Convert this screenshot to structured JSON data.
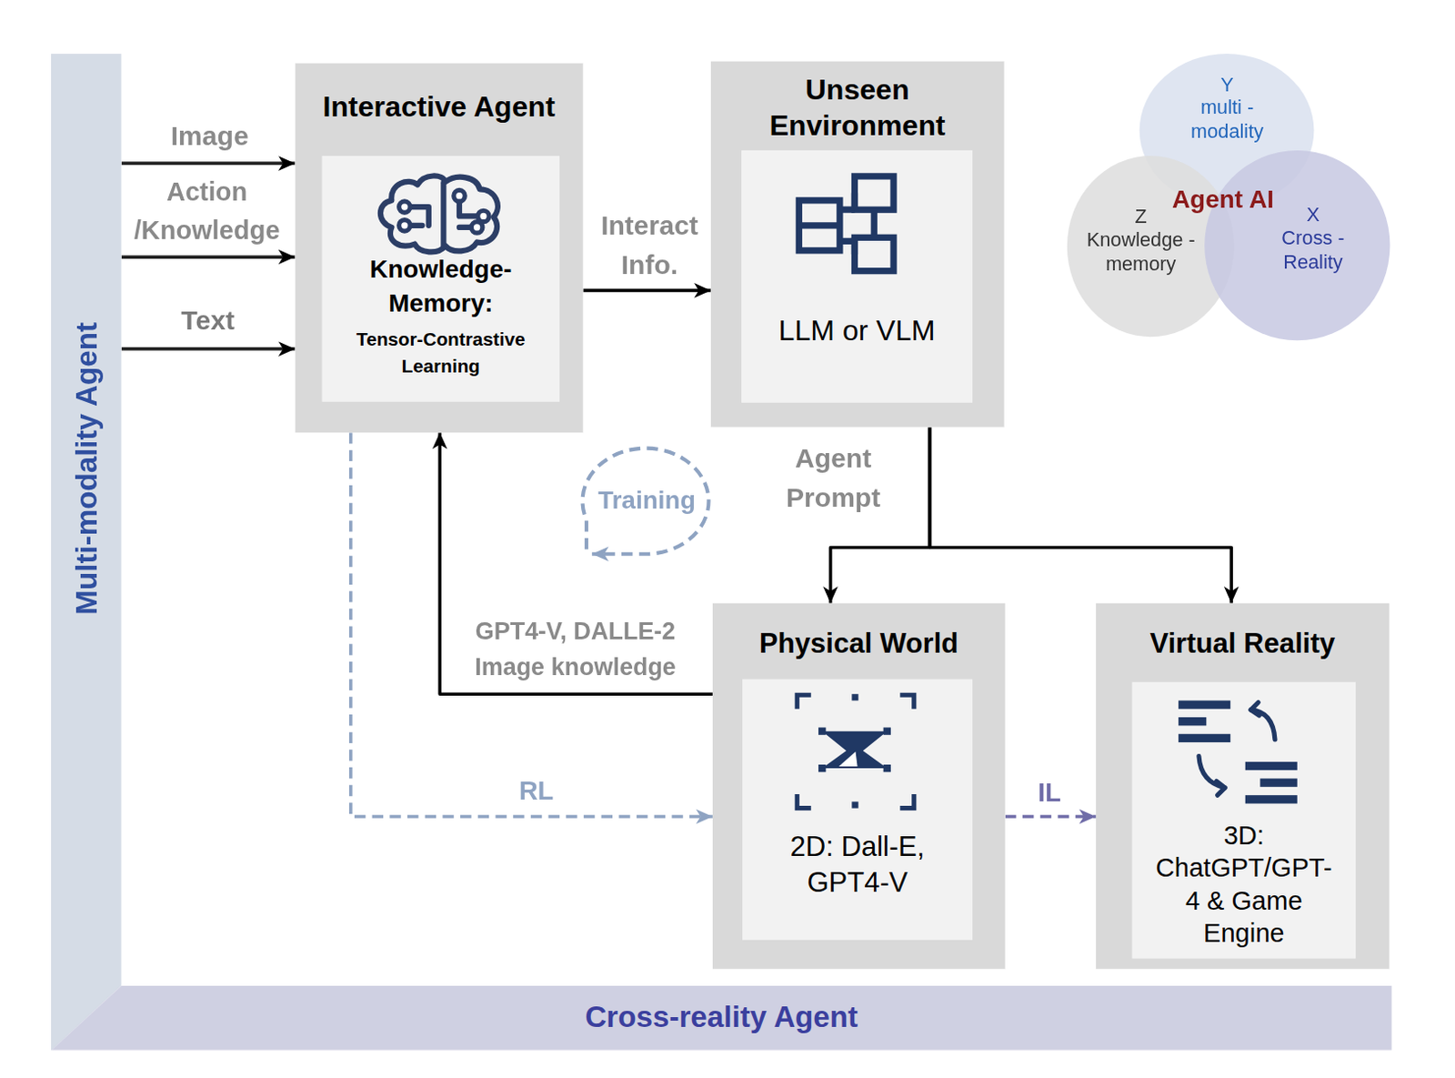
{
  "diagram": {
    "nodes": [
      {
        "text": [
          "Multi-modality Agent"
        ]
      },
      {
        "text": [
          "Interactive Agent"
        ]
      },
      {
        "text": [
          "Knowledge-Memory:",
          "Tensor-Contrastive Learning"
        ],
        "in": 1
      },
      {
        "text": [
          "Unseen Environment"
        ]
      },
      {
        "text": [
          "LLM or VLM"
        ],
        "in": 3
      },
      {
        "text": [
          "Y",
          "multi -modality"
        ]
      },
      {
        "text": [
          "Z",
          "Knowledge -memory"
        ]
      },
      {
        "text": [
          "X",
          "Cross -Reality"
        ]
      },
      {
        "text": [
          "Physical World"
        ]
      },
      {
        "text": [
          "2D: Dall-E, GPT4-V"
        ],
        "in": 8
      },
      {
        "text": [
          "Virtual Reality"
        ]
      },
      {
        "text": [
          "3D: ChatGPT/GPT-4 & Game Engine"
        ],
        "in": 10
      },
      {
        "text": [
          "Cross-reality Agent"
        ]
      }
    ],
    "edges": [
      {
        "from": 0,
        "to": 1,
        "arrow": "to",
        "label": "Image"
      },
      {
        "from": 0,
        "to": 1,
        "arrow": "to",
        "label": "Action /Knowledge"
      },
      {
        "from": 0,
        "to": 1,
        "arrow": "to",
        "label": "Text"
      },
      {
        "from": 1,
        "to": 3,
        "arrow": "to",
        "label": "Interact Info."
      },
      {
        "from": 3,
        "to": 8,
        "arrow": "to",
        "label": "Agent Prompt"
      },
      {
        "from": 3,
        "to": 10,
        "arrow": "to"
      },
      {
        "from": 8,
        "to": 1,
        "arrow": "to",
        "label": "GPT4-V, DALLE-2 Image knowledge"
      },
      {
        "from": 1,
        "to": 8,
        "arrow": "to",
        "label": "RL"
      },
      {
        "from": 8,
        "to": 10,
        "arrow": "to",
        "label": "IL"
      }
    ],
    "labels": [
      "Agent AI",
      "Training"
    ]
  }
}
